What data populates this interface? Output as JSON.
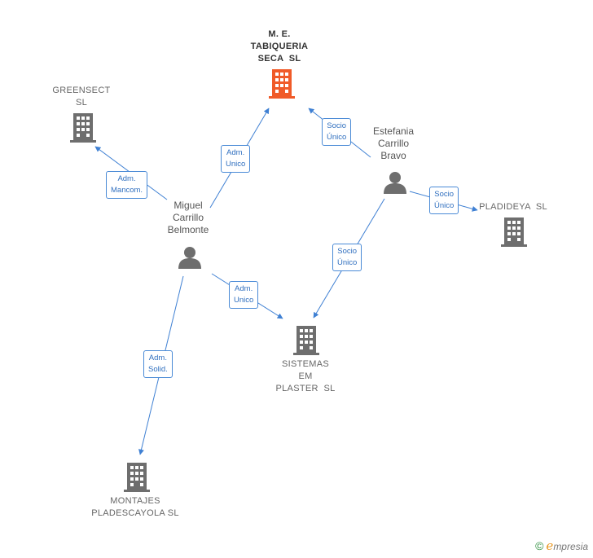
{
  "companies": {
    "tabiqueria": {
      "label": "M. E.\nTABIQUERIA\nSECA  SL",
      "color": "#f05a28"
    },
    "greensect": {
      "label": "GREENSECT\nSL",
      "color": "#6e6e6e"
    },
    "pladideya": {
      "label": "PLADIDEYA  SL",
      "color": "#6e6e6e"
    },
    "sistemas": {
      "label": "SISTEMAS\nEM\nPLASTER  SL",
      "color": "#6e6e6e"
    },
    "montajes": {
      "label": "MONTAJES\nPLADESCAYOLA SL",
      "color": "#6e6e6e"
    }
  },
  "people": {
    "miguel": {
      "label": "Miguel\nCarrillo\nBelmonte"
    },
    "estefania": {
      "label": "Estefania\nCarrillo\nBravo"
    }
  },
  "relations": {
    "miguel_greensect": "Adm.\nMancom.",
    "miguel_tabiqueria": "Adm.\nUnico",
    "miguel_sistemas": "Adm.\nUnico",
    "miguel_montajes": "Adm.\nSolid.",
    "estefania_tabiqueria": "Socio\nÚnico",
    "estefania_pladideya": "Socio\nÚnico",
    "estefania_sistemas": "Socio\nÚnico"
  },
  "footer": {
    "copyright": "©",
    "brand_initial": "e",
    "brand_rest": "mpresia"
  },
  "colors": {
    "edge": "#3f80d3",
    "person": "#6e6e6e"
  }
}
